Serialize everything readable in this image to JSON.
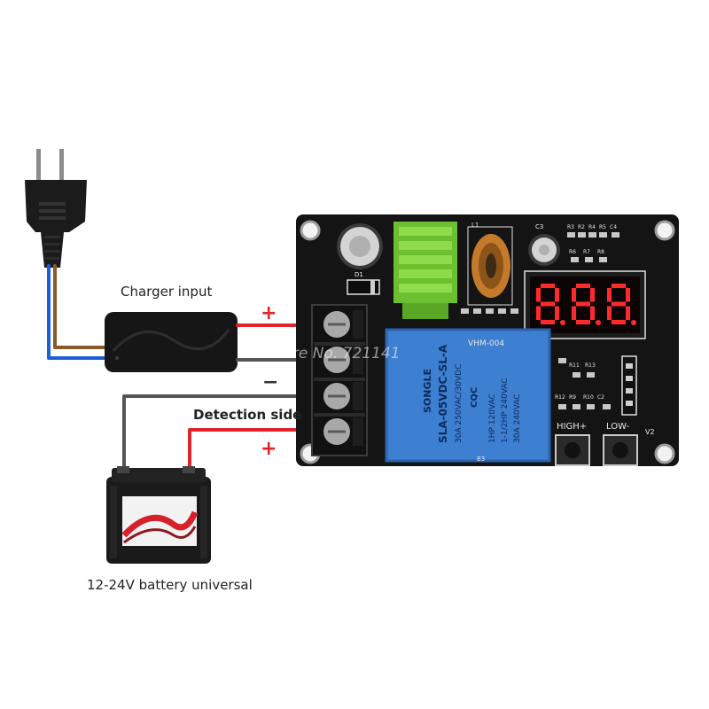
{
  "labels": {
    "charger_input": "Charger input",
    "detection_side": "Detection side",
    "battery": "12-24V battery universal",
    "plus_top": "+",
    "minus_top": "−",
    "minus_bottom": "−",
    "plus_bottom": "+"
  },
  "board": {
    "model": "VHM-004",
    "display": "8.8.8.",
    "watermark": "Store No. 721141",
    "button_high": "HIGH+",
    "button_low": "LOW-",
    "silk_v2": "V2",
    "silk_l1": "L1",
    "silk_c3": "C3",
    "silk_d1": "D1",
    "silk_b3": "B3",
    "silk_r_top": [
      "R3",
      "R2",
      "R4",
      "R5",
      "C4"
    ],
    "silk_r_mid": [
      "R6",
      "R7",
      "R8"
    ],
    "silk_r_right1": [
      "R11",
      "R13"
    ],
    "silk_r_right2": [
      "R12",
      "R9",
      "R10",
      "C2"
    ],
    "relay": {
      "brand": "SONGLE",
      "model": "SLA-05VDC-SL-A",
      "rating1": "30A 250VAC/30VDC",
      "rating2": "1HP 120VAC",
      "rating3": "1-1/2HP 240VAC",
      "rating4": "30A 240VAC",
      "cert": "CQC"
    }
  },
  "colors": {
    "wire_red": "#e0242a",
    "wire_black": "#555555",
    "wire_blue": "#1e5fd8",
    "wire_brown": "#8a5a28",
    "pcb": "#141414",
    "relay": "#3d7fd0",
    "heatsink": "#7fcf3a",
    "led": "#ff2a2a"
  }
}
